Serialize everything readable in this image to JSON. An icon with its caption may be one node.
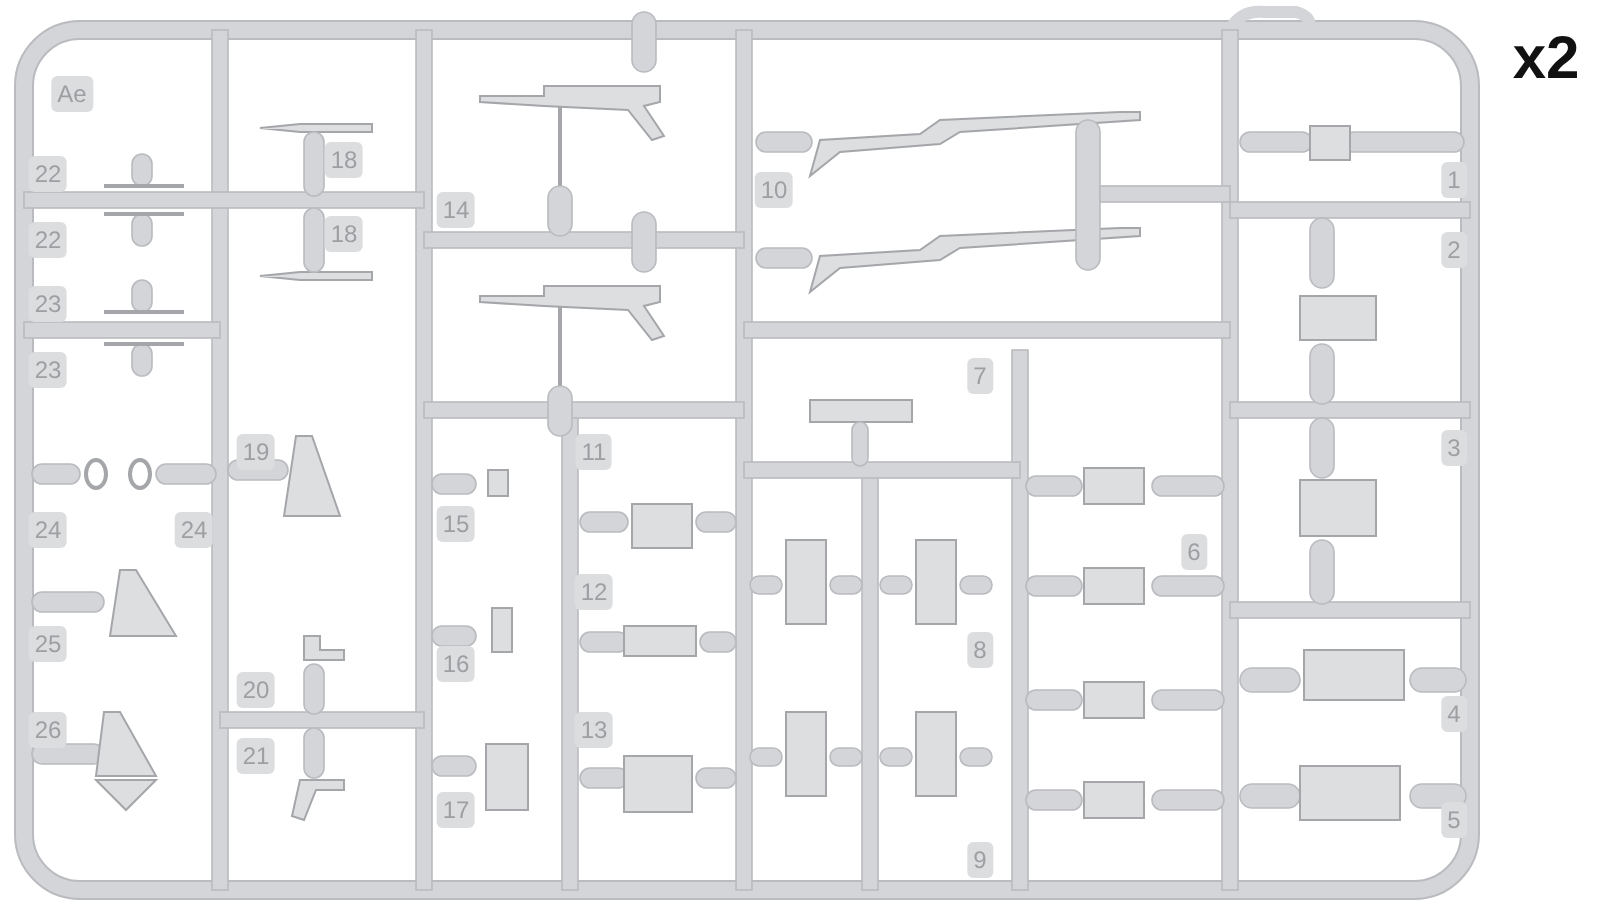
{
  "diagram": {
    "labels": [
      "x2",
      "Ae",
      "18",
      "22",
      "10",
      "1",
      "14",
      "22",
      "18",
      "2",
      "23",
      "23",
      "7",
      "19",
      "11",
      "3",
      "24",
      "24",
      "15",
      "6",
      "12",
      "25",
      "8",
      "16",
      "20",
      "4",
      "26",
      "13",
      "21",
      "5",
      "9",
      "17"
    ]
  }
}
